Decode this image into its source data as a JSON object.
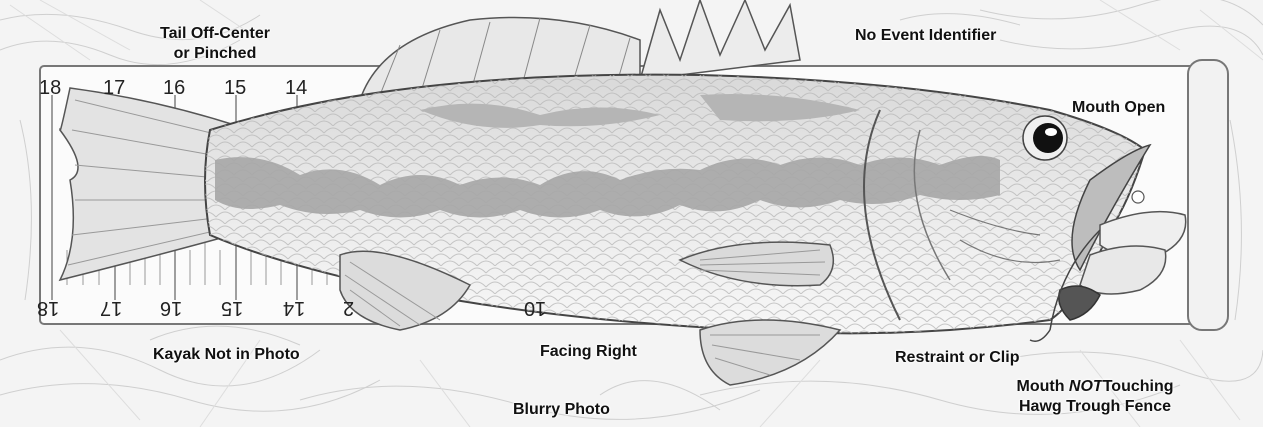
{
  "labels": {
    "tail_line1": "Tail Off-Center",
    "tail_line2": "or Pinched",
    "no_event": "No Event Identifier",
    "mouth_open": "Mouth Open",
    "kayak": "Kayak Not in Photo",
    "facing_right": "Facing Right",
    "restraint": "Restraint or Clip",
    "blurry": "Blurry Photo",
    "mouth_not_prefix": "Mouth ",
    "mouth_not_emphasis": "NOT",
    "mouth_not_suffix": "Touching",
    "hawg_trough": "Hawg Trough Fence"
  },
  "ruler_top": [
    "18",
    "17",
    "16",
    "15",
    "14"
  ],
  "ruler_bottom": [
    "18",
    "17",
    "16",
    "15",
    "14",
    "2",
    "10"
  ]
}
